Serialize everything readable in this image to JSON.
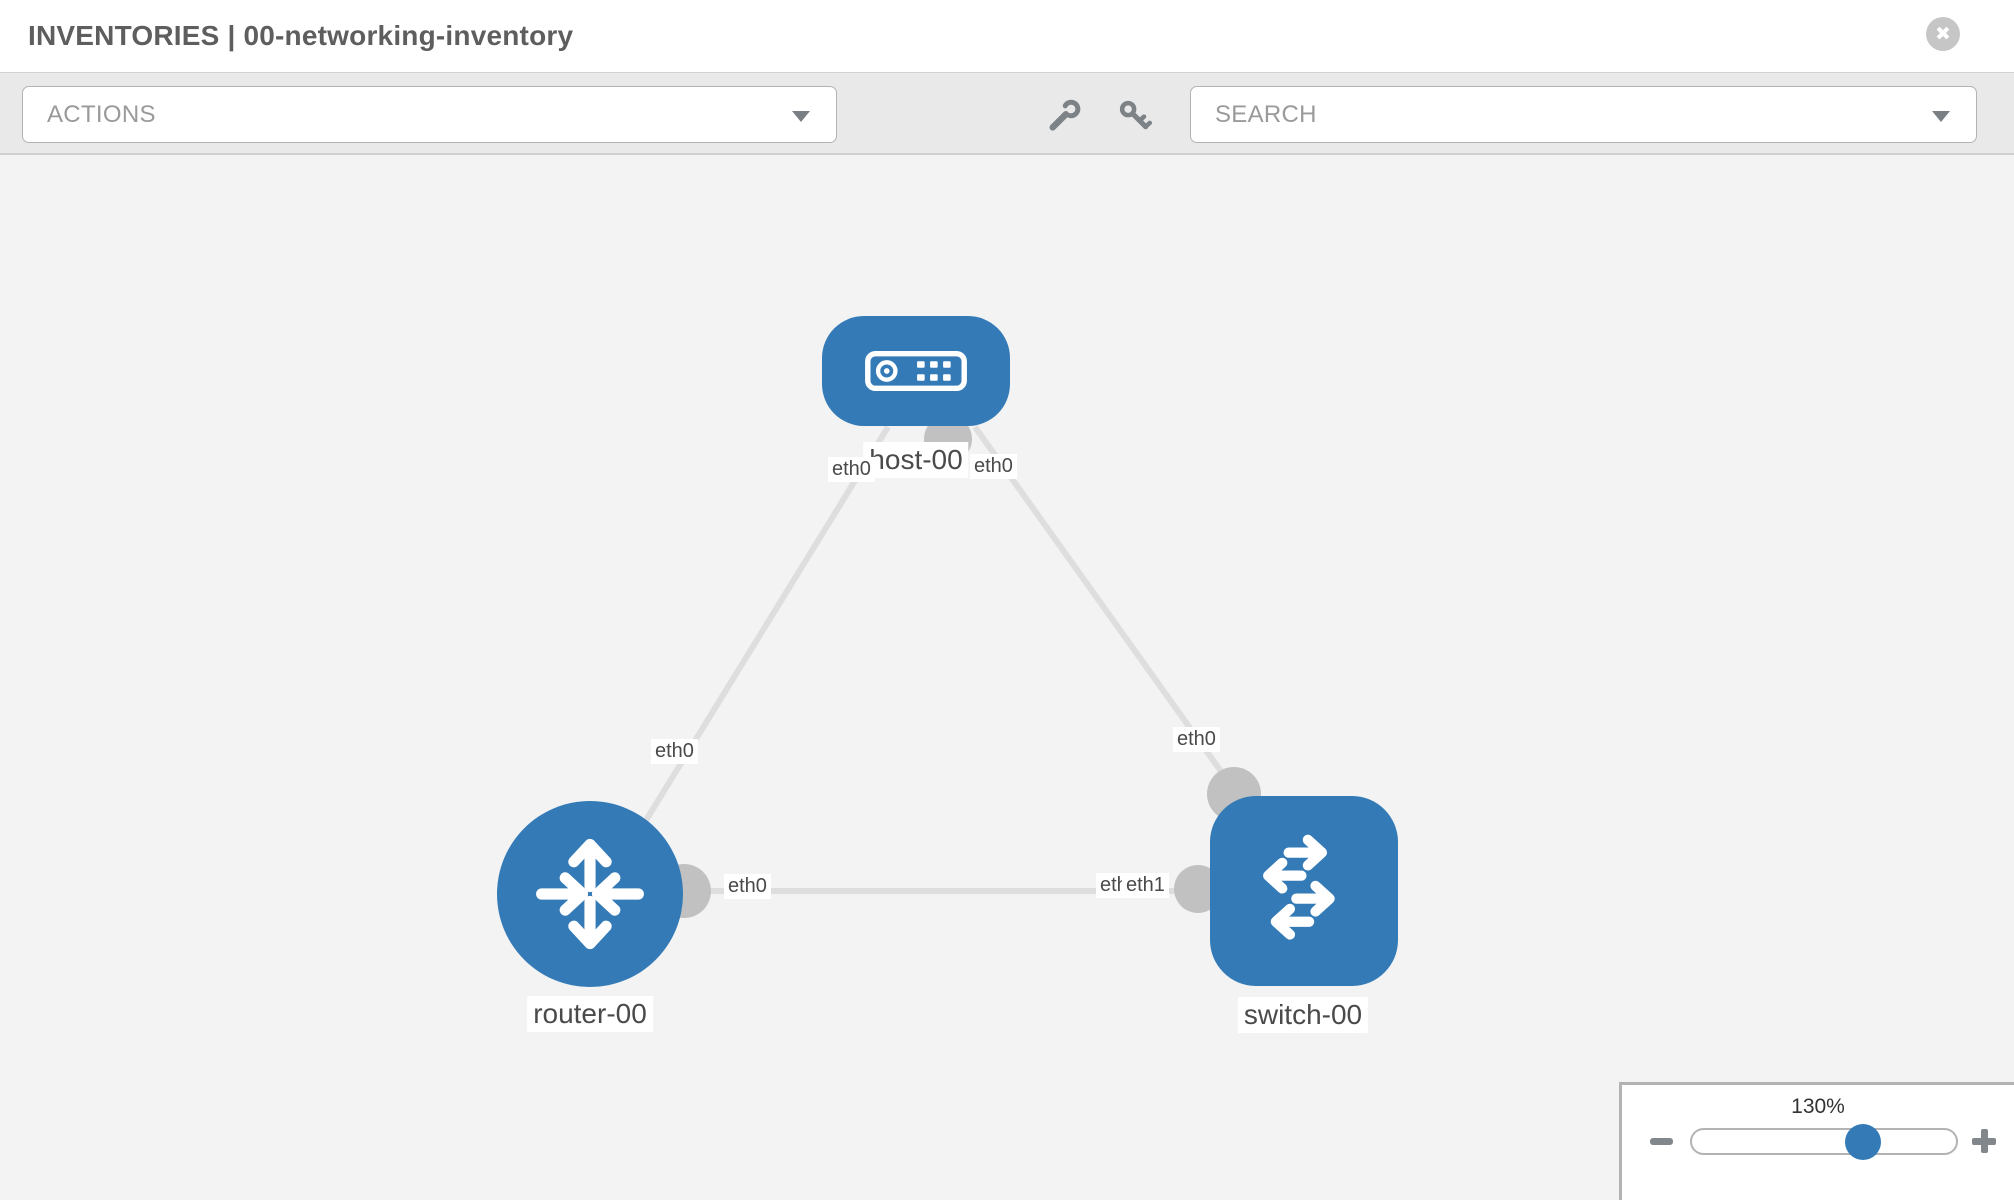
{
  "window": {
    "title": "INVENTORIES | 00-networking-inventory"
  },
  "toolbar": {
    "actions_placeholder": "ACTIONS",
    "search_placeholder": "SEARCH",
    "icons": [
      "wrench-icon",
      "key-icon"
    ]
  },
  "diagram": {
    "nodes": [
      {
        "label": "host-00",
        "type": "host"
      },
      {
        "label": "router-00",
        "type": "router"
      },
      {
        "label": "switch-00",
        "type": "switch"
      }
    ],
    "links": [
      {
        "from": "host-00",
        "to": "router-00",
        "from_iface": "eth0",
        "to_iface": "eth0"
      },
      {
        "from": "host-00",
        "to": "switch-00",
        "from_iface": "eth0",
        "to_iface": "eth0"
      },
      {
        "from": "router-00",
        "to": "switch-00",
        "from_iface": "eth0",
        "to_iface": "eth1"
      }
    ],
    "interfaces": {
      "host_left": "eth0",
      "host_right": "eth0",
      "link_router": "eth0",
      "link_switch": "eth0",
      "router_right": "eth0",
      "switch_left_back": "eth0",
      "switch_left_front": "eth1"
    }
  },
  "zoom_control": {
    "value": "130%",
    "icons": [
      "minus-icon",
      "plus-icon"
    ]
  },
  "colors": {
    "node_blue": "#337ab7",
    "link_gray": "#dedede",
    "endpoint_gray": "#c1c1c1",
    "toolbar_gray": "#e9e9e9",
    "canvas_gray": "#f3f3f3"
  }
}
